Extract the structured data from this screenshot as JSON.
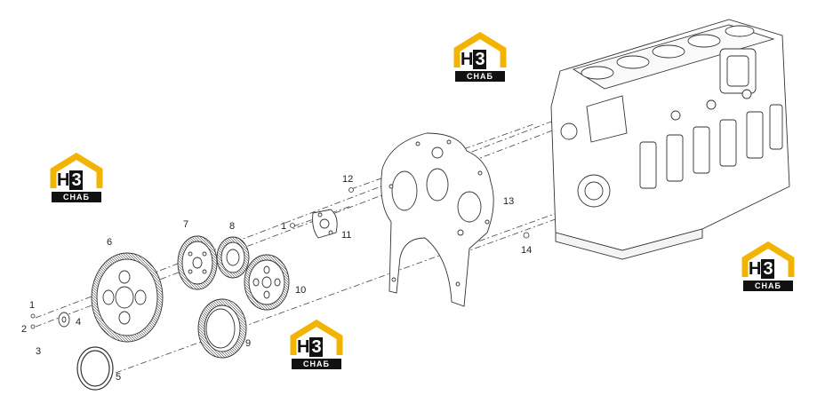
{
  "diagram": {
    "part_labels": [
      "1",
      "2",
      "3",
      "4",
      "5",
      "6",
      "7",
      "8",
      "9",
      "10",
      "11",
      "12",
      "13",
      "14",
      "1"
    ]
  },
  "watermark": {
    "brand_h": "H",
    "brand_3": "3",
    "sub": "CHAБ",
    "colors": {
      "roof": "#f2b400",
      "dark": "#111111"
    }
  }
}
